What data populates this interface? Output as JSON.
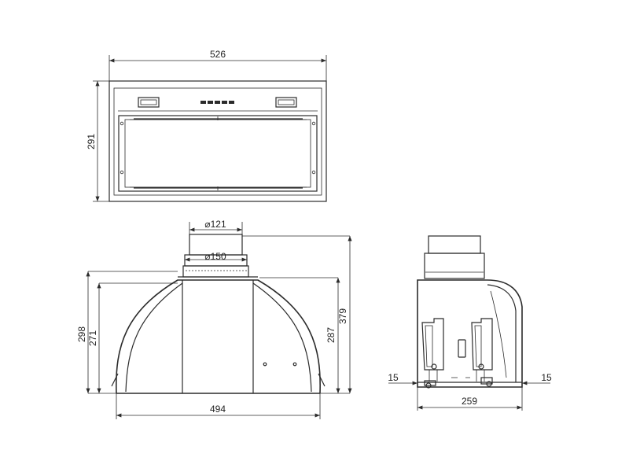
{
  "dimensions": {
    "width_top": "526",
    "height_top": "291",
    "dia_outer": "121",
    "dia_inner": "150",
    "height_left_outer": "298",
    "height_left_inner": "271",
    "height_right_inner": "287",
    "height_right_outer": "379",
    "width_front": "494",
    "side_offset_left": "15",
    "side_offset_right": "15",
    "width_side": "259"
  },
  "symbols": {
    "diameter": "⌀"
  }
}
